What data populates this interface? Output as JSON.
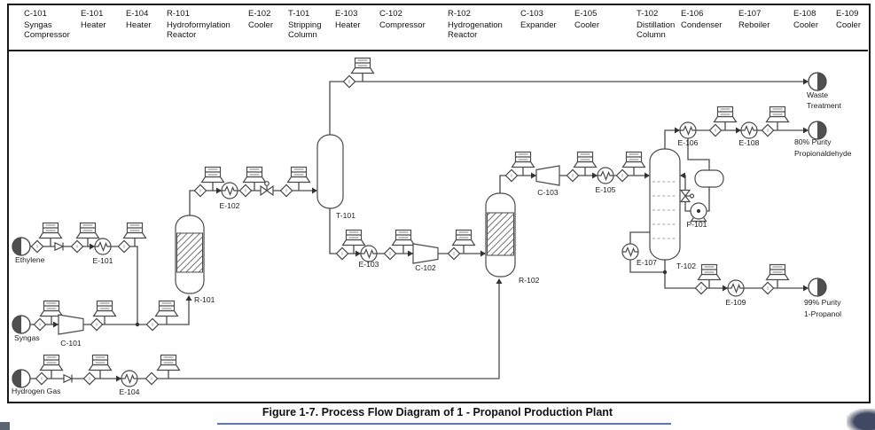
{
  "legend": {
    "items": [
      {
        "id": "C-101",
        "name": "Syngas Compressor"
      },
      {
        "id": "E-101",
        "name": "Heater"
      },
      {
        "id": "E-104",
        "name": "Heater"
      },
      {
        "id": "R-101",
        "name": "Hydroformylation Reactor"
      },
      {
        "id": "E-102",
        "name": "Cooler"
      },
      {
        "id": "T-101",
        "name": "Stripping Column"
      },
      {
        "id": "E-103",
        "name": "Heater"
      },
      {
        "id": "C-102",
        "name": "Compressor"
      },
      {
        "id": "R-102",
        "name": "Hydrogenation Reactor"
      },
      {
        "id": "C-103",
        "name": "Expander"
      },
      {
        "id": "E-105",
        "name": "Cooler"
      },
      {
        "id": "T-102",
        "name": "Distillation Column"
      },
      {
        "id": "E-106",
        "name": "Condenser"
      },
      {
        "id": "E-107",
        "name": "Reboiler"
      },
      {
        "id": "E-108",
        "name": "Cooler"
      },
      {
        "id": "E-109",
        "name": "Cooler"
      }
    ]
  },
  "streams": {
    "feeds": {
      "ethylene": "Ethylene",
      "syngas": "Syngas",
      "hydrogen": "Hydrogen Gas"
    },
    "sinks": {
      "waste_line1": "Waste",
      "waste_line2": "Treatment",
      "propanal_line1": "80% Purity",
      "propanal_line2": "Propionaldehyde",
      "propanol_line1": "99% Purity",
      "propanol_line2": "1-Propanol"
    }
  },
  "equipment_tags": {
    "c101": "C-101",
    "e101": "E-101",
    "e104": "E-104",
    "r101": "R-101",
    "e102": "E-102",
    "t101": "T-101",
    "e103": "E-103",
    "c102": "C-102",
    "r102": "R-102",
    "c103": "C-103",
    "e105": "E-105",
    "t102": "T-102",
    "e106": "E-106",
    "e107": "E-107",
    "e108": "E-108",
    "e109": "E-109",
    "p101": "P-101"
  },
  "caption": "Figure 1-7. Process Flow Diagram of 1 - Propanol Production Plant",
  "colors": {
    "line": "#4a4a4a",
    "border": "#191919",
    "caption_underline": "#3f5bcf",
    "symbol_fill_dark": "#4f4f4f"
  }
}
